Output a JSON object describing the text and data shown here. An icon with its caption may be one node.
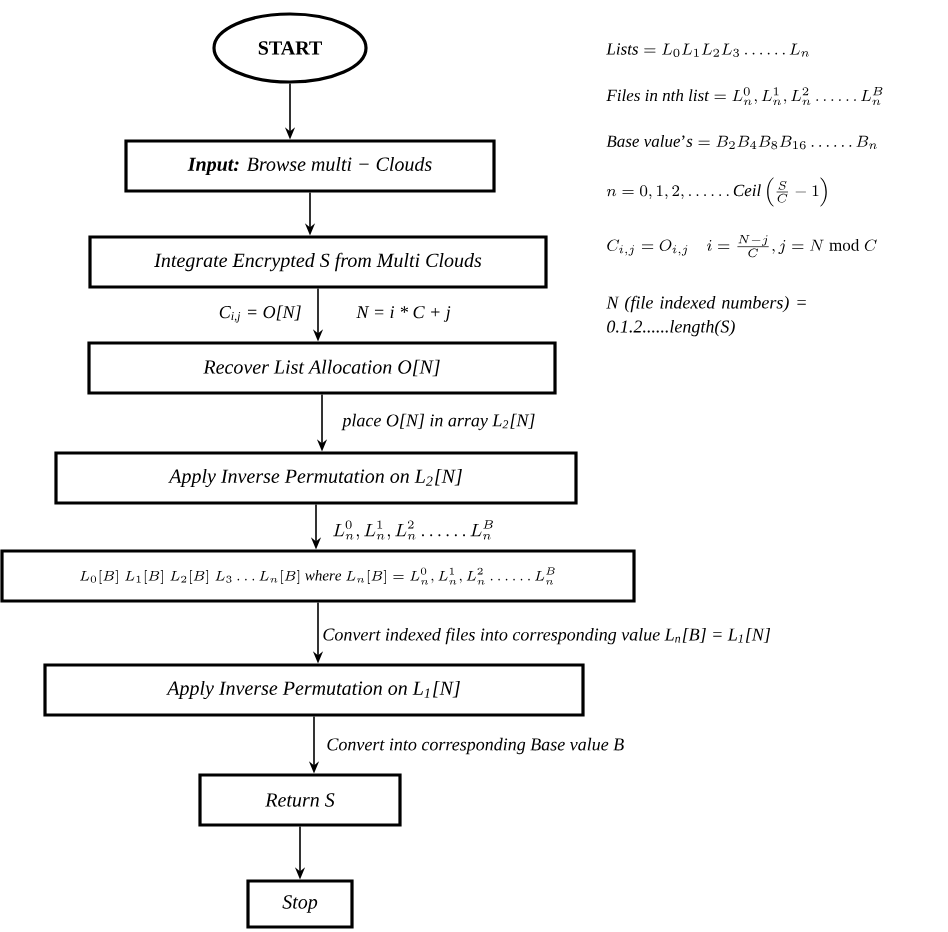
{
  "diagram": {
    "nodes": [
      {
        "text": [
          "START"
        ]
      },
      {
        "text": [
          "**Input:** *Browse multi − Clouds*"
        ]
      },
      {
        "text": [
          "Integrate Encrypted S from Multi Clouds"
        ]
      },
      {
        "text": [
          "Recover List Allocation O[N]"
        ]
      },
      {
        "text": [
          "Apply Inverse Permutation on L$_{2}$[N]"
        ]
      },
      {
        "text": [
          "L_0[B]\\; L_1[B]\\; L_2[B]\\; L_3 \\ldots L_n[B]\\ \\mathit{where}\\ L_n[B] = L_n^0, L_n^1, L_n^2 \\ldots\\ldots L_n^B"
        ]
      },
      {
        "text": [
          "Apply Inverse Permutation on L$_{1}$[N]"
        ]
      },
      {
        "text": [
          "Return S"
        ]
      },
      {
        "text": [
          "Stop"
        ]
      }
    ],
    "edges": [
      {
        "from": 0,
        "to": 1,
        "arrow": "to"
      },
      {
        "from": 1,
        "to": 2,
        "arrow": "to"
      },
      {
        "from": 2,
        "to": 3,
        "arrow": "to",
        "label": "C$_{i,j}$ = O[N]"
      },
      {
        "from": 3,
        "to": 4,
        "arrow": "to",
        "label": "place O[N] in array L$_{2}$[N]"
      },
      {
        "from": 4,
        "to": 5,
        "arrow": "to",
        "label": "L_n^0, L_n^1, L_n^2 \\ldots\\ldots L_n^B"
      },
      {
        "from": 5,
        "to": 6,
        "arrow": "to",
        "label": "Convert indexed files into corresponding value L$_{n}$[B] = L$_{1}$[N]"
      },
      {
        "from": 6,
        "to": 7,
        "arrow": "to",
        "label": "Convert into corresponding Base value B"
      },
      {
        "from": 7,
        "to": 8,
        "arrow": "to"
      }
    ],
    "labels": [
      "\\mathit{Lists} = L_0 L_1 L_2 L_3 \\ldots\\ldots L_n",
      "\\mathit{Files\\ in\\ nth\\ list} = L_n^0, L_n^1, L_n^2 \\ldots\\ldots L_n^B",
      "\\mathit{Base\\ value}\\text{'}\\mathit{s} = B_2 B_4 B_8 B_{16} \\ldots\\ldots B_n",
      "n = 0,1,2, \\ldots\\ldots \\mathit{Ceil}\\left(\\frac{S}{C} - 1\\right)",
      "C_{i,j} = O_{i,j}\\quad i = \\frac{N-j}{C}, j = N \\bmod C",
      "N (file indexed numbers) = 0.1.2......length(S)",
      "N = i * C + j"
    ]
  }
}
